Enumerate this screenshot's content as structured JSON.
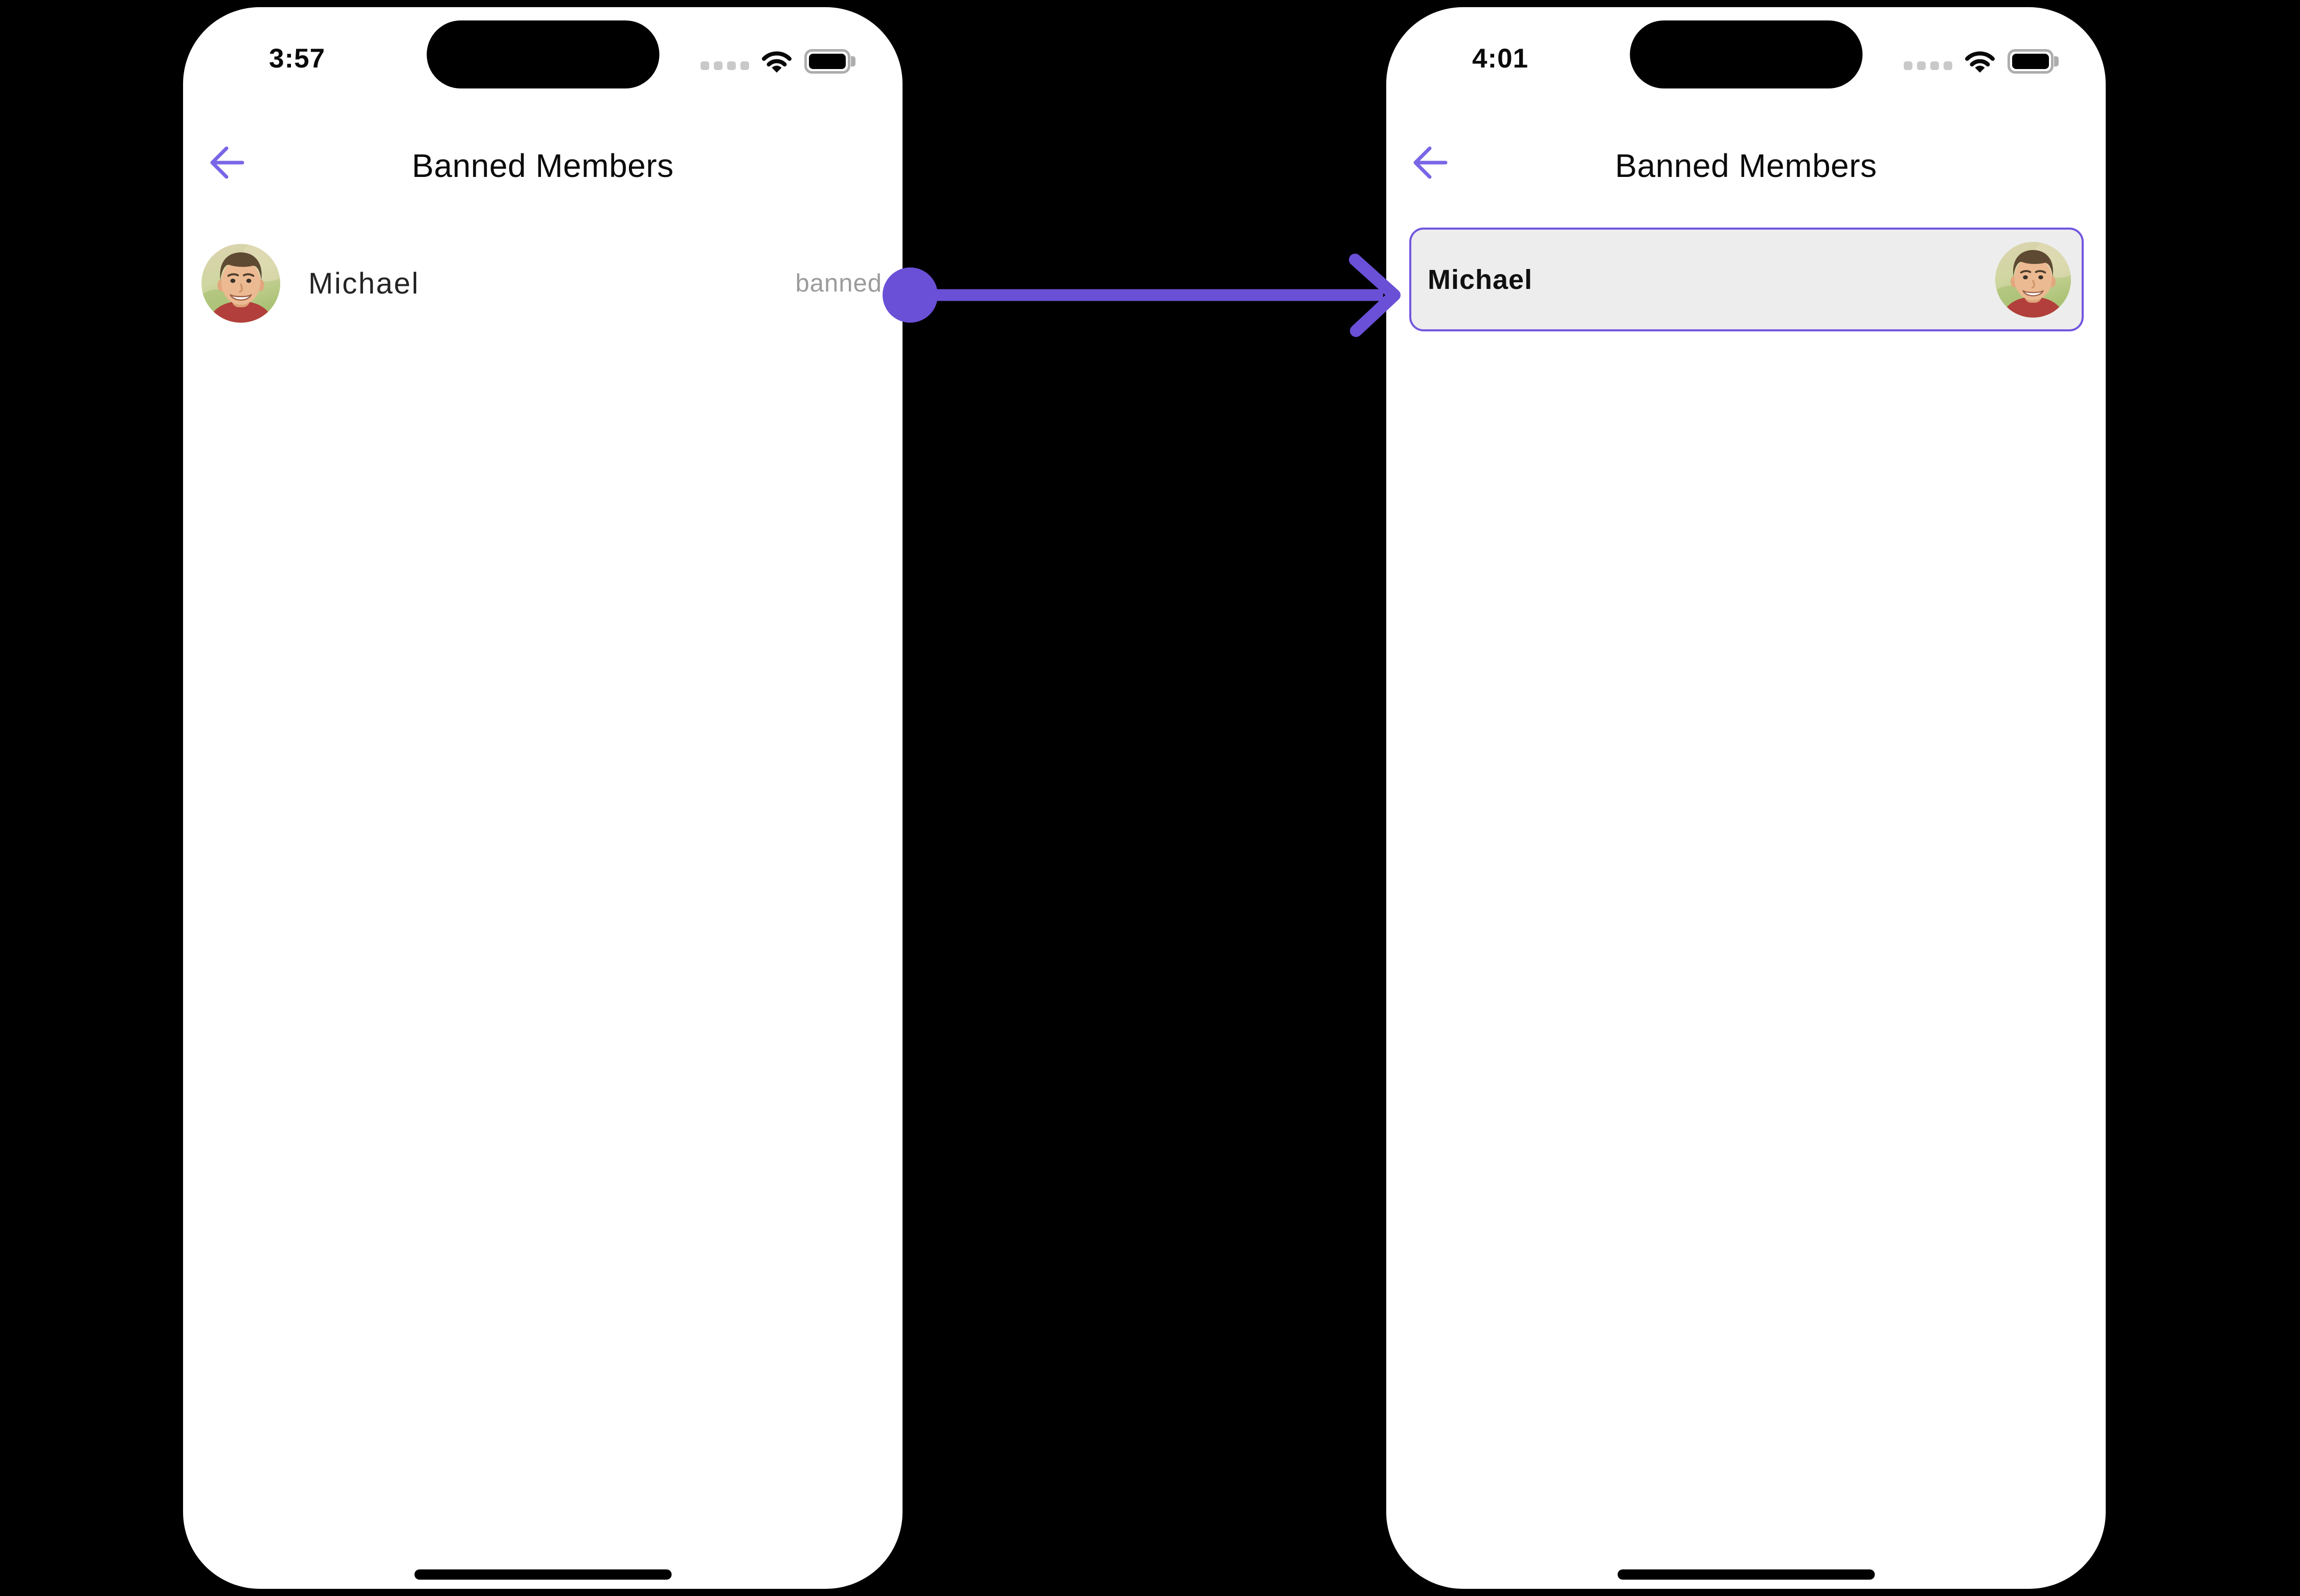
{
  "page": {
    "background_color": "#000000"
  },
  "annotation_arrow": {
    "color": "#6A50D6",
    "style": "dot-line-chevron"
  },
  "colors": {
    "accent_purple": "#6A50D6",
    "back_arrow_purple": "#7866E6",
    "card_border": "#7156DF",
    "card_background": "#EDEDED",
    "banned_text_gray": "#9B9B9B",
    "phone_background": "#FFFFFF"
  },
  "icons": {
    "back": "arrow-left-icon",
    "cellular": "cellular-signal-dots-icon",
    "wifi": "wifi-icon",
    "battery": "battery-full-icon",
    "avatar": "man-smiling-photo-avatar",
    "home": "home-indicator-bar"
  },
  "phones": {
    "left": {
      "status_bar": {
        "time": "3:57"
      },
      "header": {
        "title": "Banned Members"
      },
      "member": {
        "name": "Michael",
        "status": "banned"
      }
    },
    "right": {
      "status_bar": {
        "time": "4:01"
      },
      "header": {
        "title": "Banned Members"
      },
      "member": {
        "name": "Michael"
      }
    }
  }
}
